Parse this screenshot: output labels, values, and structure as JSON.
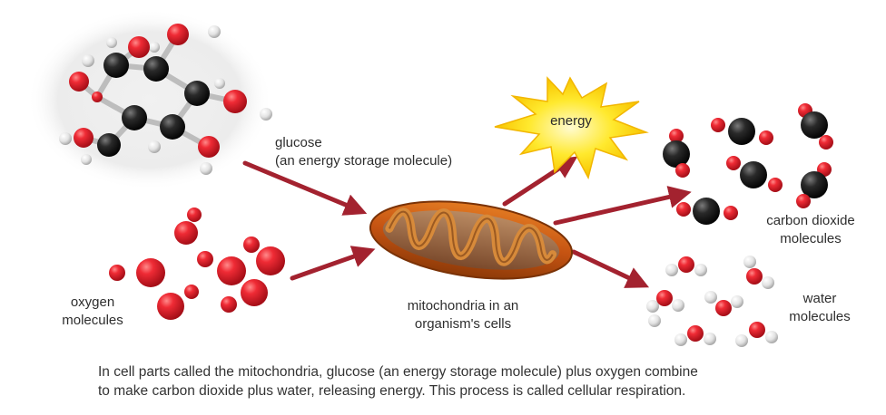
{
  "labels": {
    "glucose_line1": "glucose",
    "glucose_line2": "(an energy storage molecule)",
    "energy": "energy",
    "co2_line1": "carbon dioxide",
    "co2_line2": "molecules",
    "oxygen_line1": "oxygen",
    "oxygen_line2": "molecules",
    "mito_line1": "mitochondria in an",
    "mito_line2": "organism's cells",
    "water_line1": "water",
    "water_line2": "molecules"
  },
  "caption": {
    "line1": "In cell parts called the mitochondria, glucose (an energy storage molecule) plus oxygen combine",
    "line2": "to make carbon dioxide plus water, releasing energy. This process is called cellular respiration."
  },
  "colors": {
    "arrow": "#a3222f",
    "oxygen_atom": "#e0202c",
    "carbon_atom": "#1f1f1f",
    "hydrogen_atom": "#e4e4e4",
    "sun_fill": "#ffe32a",
    "mito_outer": "#c75a14",
    "mito_inner": "#8a4b2a"
  }
}
